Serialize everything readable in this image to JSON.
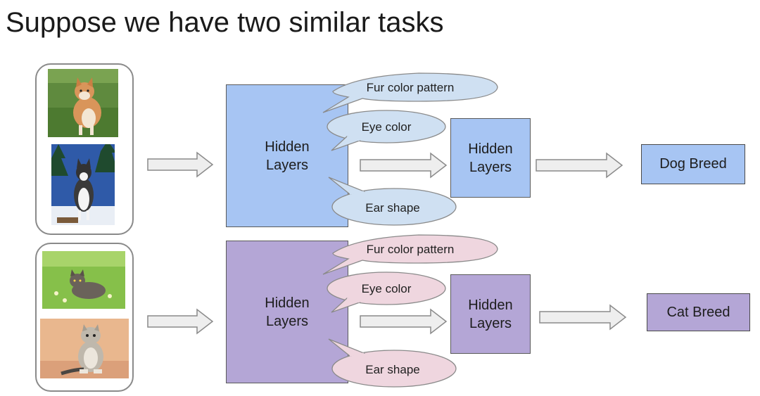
{
  "slide": {
    "title": "Suppose we have two similar tasks"
  },
  "dog_task": {
    "hidden_layers_1": "Hidden\nLayers",
    "hidden_layers_2": "Hidden\nLayers",
    "features": [
      "Fur color pattern",
      "Eye color",
      "Ear shape"
    ],
    "output": "Dog Breed",
    "box_color": "#a7c5f3",
    "bubble_color": "#cfe0f2"
  },
  "cat_task": {
    "hidden_layers_1": "Hidden\nLayers",
    "hidden_layers_2": "Hidden\nLayers",
    "features": [
      "Fur color pattern",
      "Eye color",
      "Ear shape"
    ],
    "output": "Cat Breed",
    "box_color": "#b4a6d6",
    "bubble_color": "#efd6df"
  }
}
